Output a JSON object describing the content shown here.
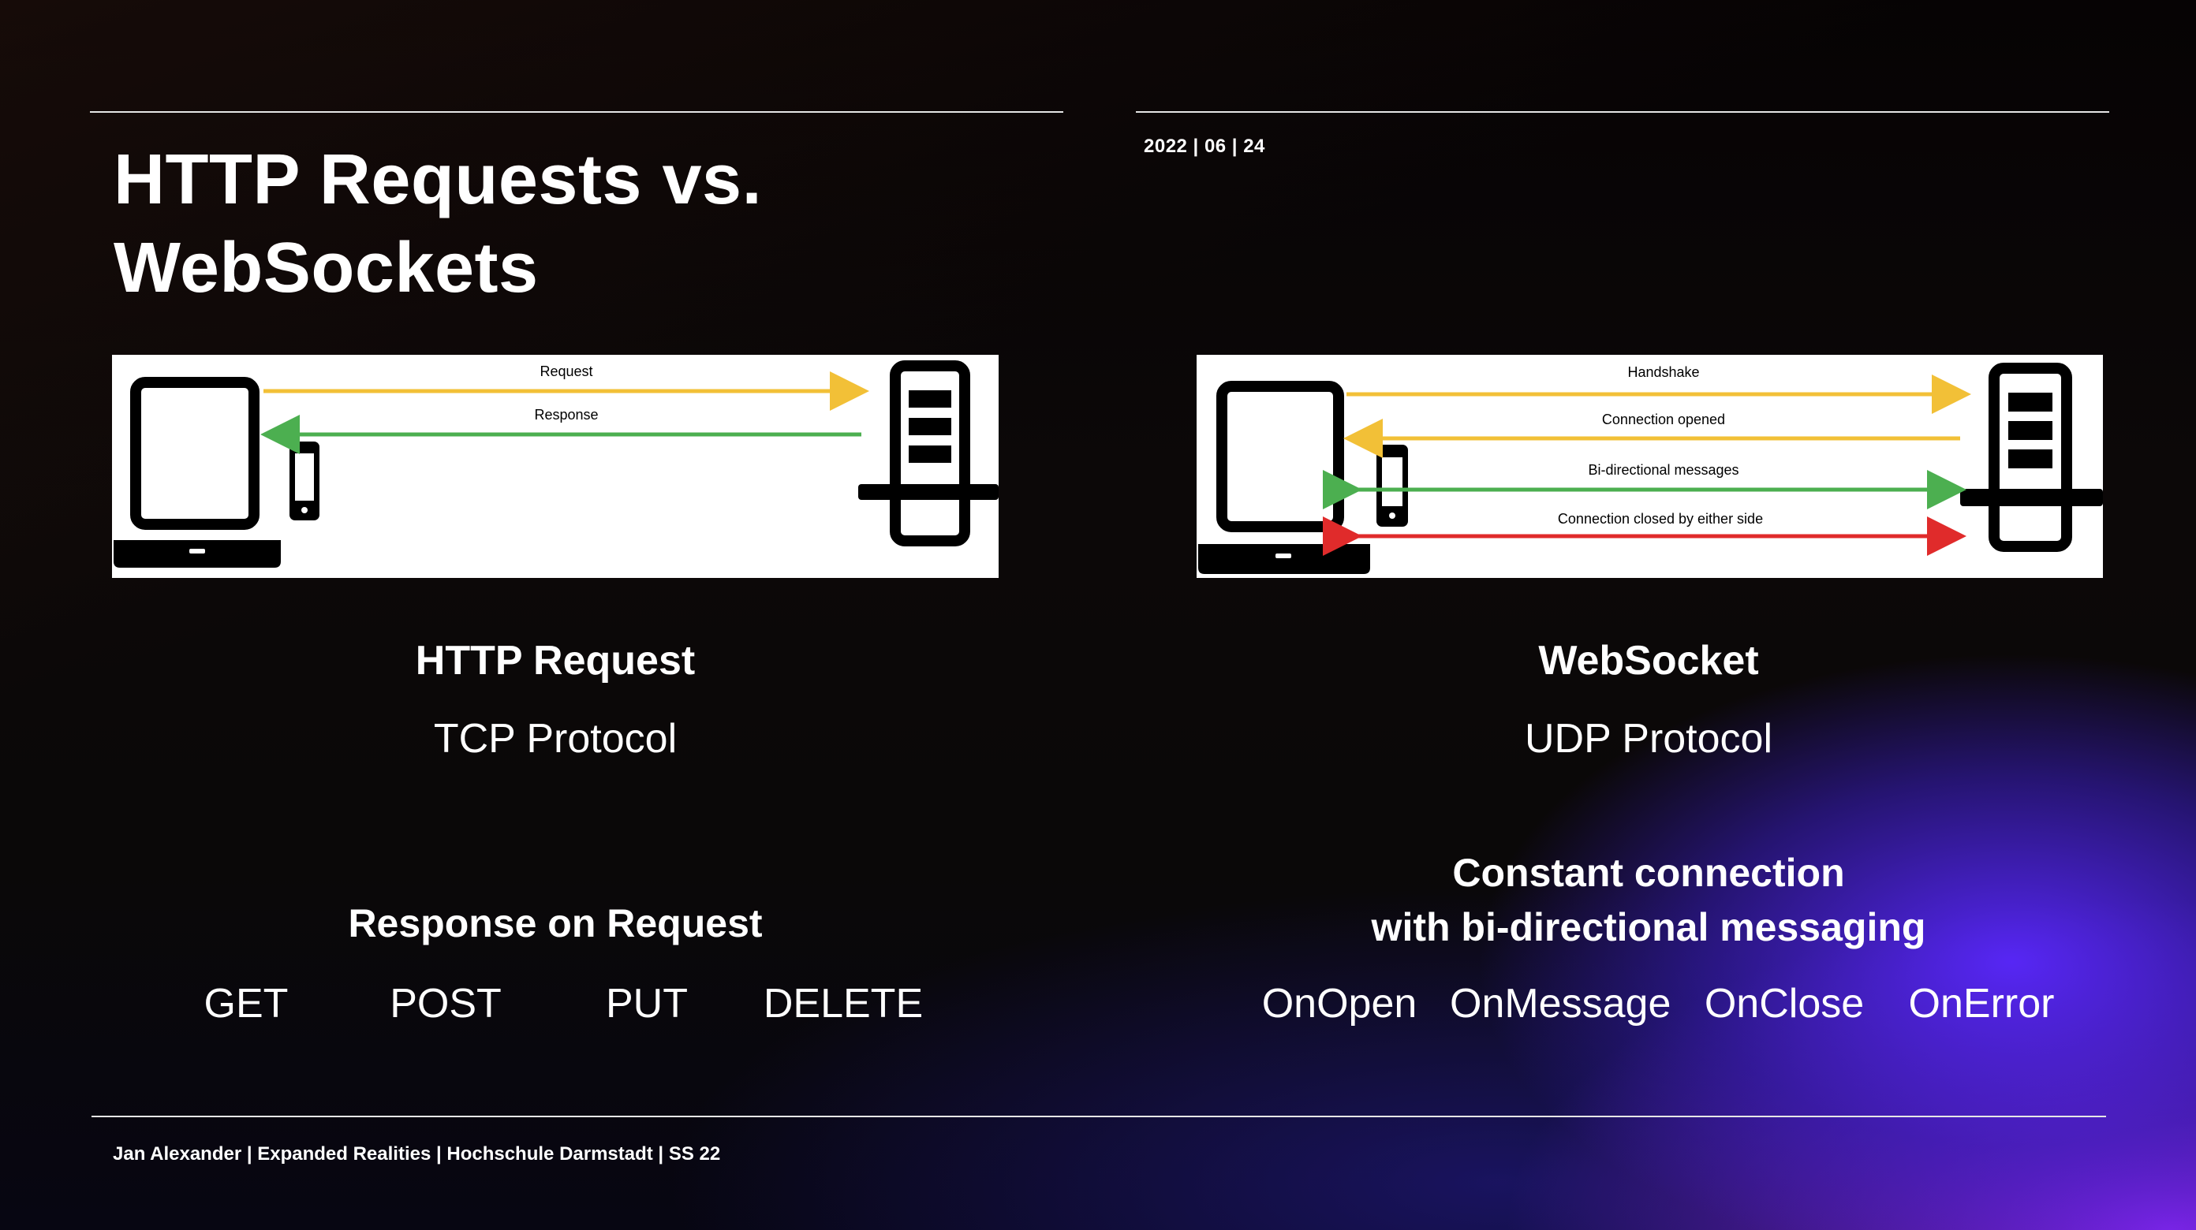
{
  "slide": {
    "title_line1": "HTTP Requests vs.",
    "title_line2": "WebSockets",
    "date": "2022 | 06 | 24",
    "footer": "Jan Alexander | Expanded Realities | Hochschule Darmstadt | SS 22"
  },
  "http": {
    "diagram": {
      "request_label": "Request",
      "response_label": "Response"
    },
    "heading": "HTTP Request",
    "protocol": "TCP Protocol",
    "subheading": "Response on Request",
    "methods": [
      "GET",
      "POST",
      "PUT",
      "DELETE"
    ]
  },
  "websocket": {
    "diagram": {
      "handshake_label": "Handshake",
      "opened_label": "Connection opened",
      "messages_label": "Bi-directional messages",
      "closed_label": "Connection closed by either side"
    },
    "heading": "WebSocket",
    "protocol": "UDP Protocol",
    "subheading_line1": "Constant connection",
    "subheading_line2": "with bi-directional messaging",
    "events": [
      "OnOpen",
      "OnMessage",
      "OnClose",
      "OnError"
    ]
  },
  "colors": {
    "yellow": "#f2c037",
    "green": "#4caf50",
    "red": "#e02b2b",
    "accent_purple": "#5a28ff"
  }
}
